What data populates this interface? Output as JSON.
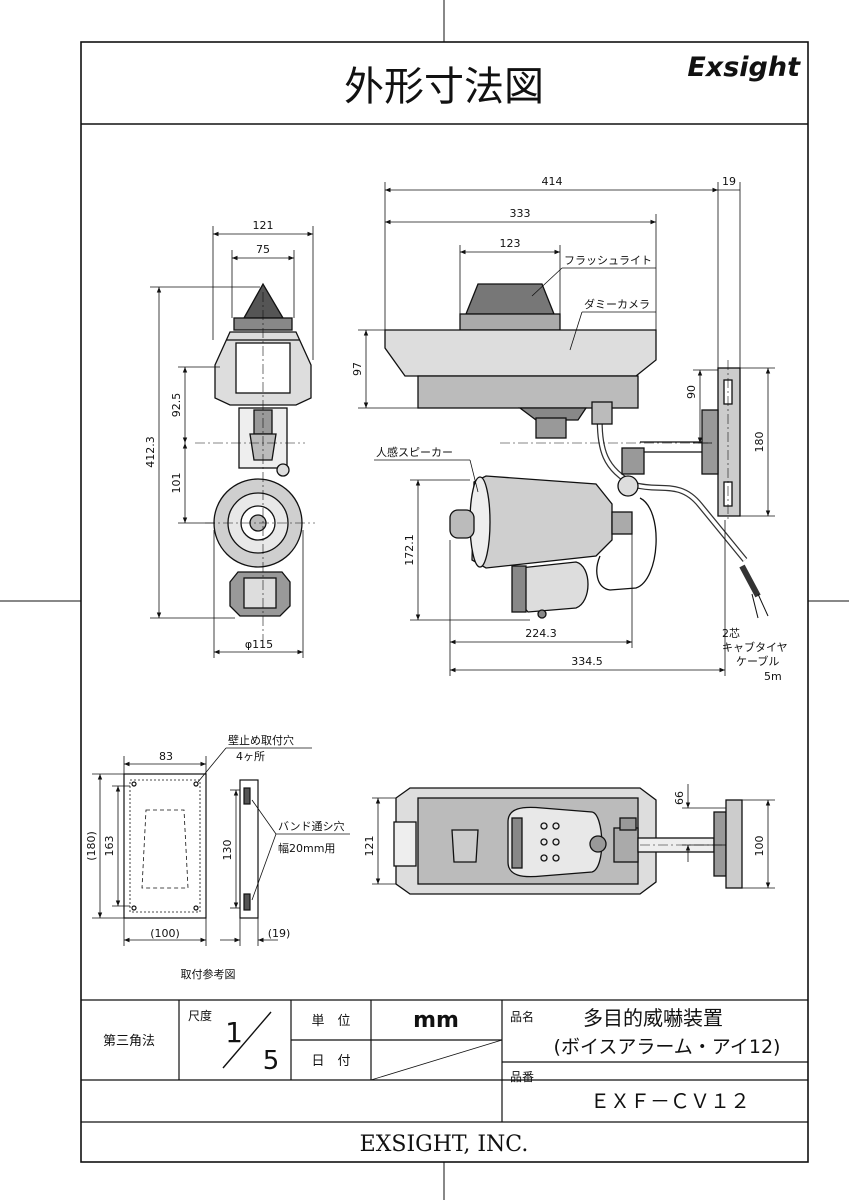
{
  "header": {
    "title": "外形寸法図",
    "brand": "Exsight"
  },
  "front_view": {
    "dims": {
      "w121": "121",
      "w75": "75",
      "h412": "412.3",
      "h92": "92.5",
      "h101": "101",
      "d115": "φ115"
    }
  },
  "side_view": {
    "dims": {
      "w414": "414",
      "w19": "19",
      "w333": "333",
      "w123": "123",
      "h97": "97",
      "h90": "90",
      "h180": "180",
      "h172": "172.1",
      "w224": "224.3",
      "w334": "334.5"
    },
    "labels": {
      "flash": "フラッシュライト",
      "dummy": "ダミーカメラ",
      "speaker": "人感スピーカー"
    },
    "cable": [
      "2芯",
      "キャブタイヤ",
      "ケーブル",
      "5m"
    ]
  },
  "mount_ref": {
    "dims": {
      "w83": "83",
      "h180": "(180)",
      "h163": "163",
      "h130": "130",
      "w100": "(100)",
      "w19": "(19)"
    },
    "labels": {
      "holes1": "壁止め取付穴",
      "holes2": "4ヶ所",
      "band1": "バンド通シ穴",
      "band2": "幅20mm用"
    },
    "caption": "取付参考図"
  },
  "top_view": {
    "dims": {
      "h121": "121",
      "h66": "66",
      "h100": "100"
    }
  },
  "title_block": {
    "projection": "第三角法",
    "scale_label": "尺度",
    "scale_num": "1",
    "scale_den": "5",
    "unit_label": "単　位",
    "unit_value": "mm",
    "date_label": "日　付",
    "product_label": "品名",
    "product_name1": "多目的威嚇装置",
    "product_name2": "(ボイスアラーム・アイ12)",
    "part_label": "品番",
    "part_no": "ＥＸＦ－ＣＶ１２",
    "company": "EXSIGHT, INC."
  }
}
